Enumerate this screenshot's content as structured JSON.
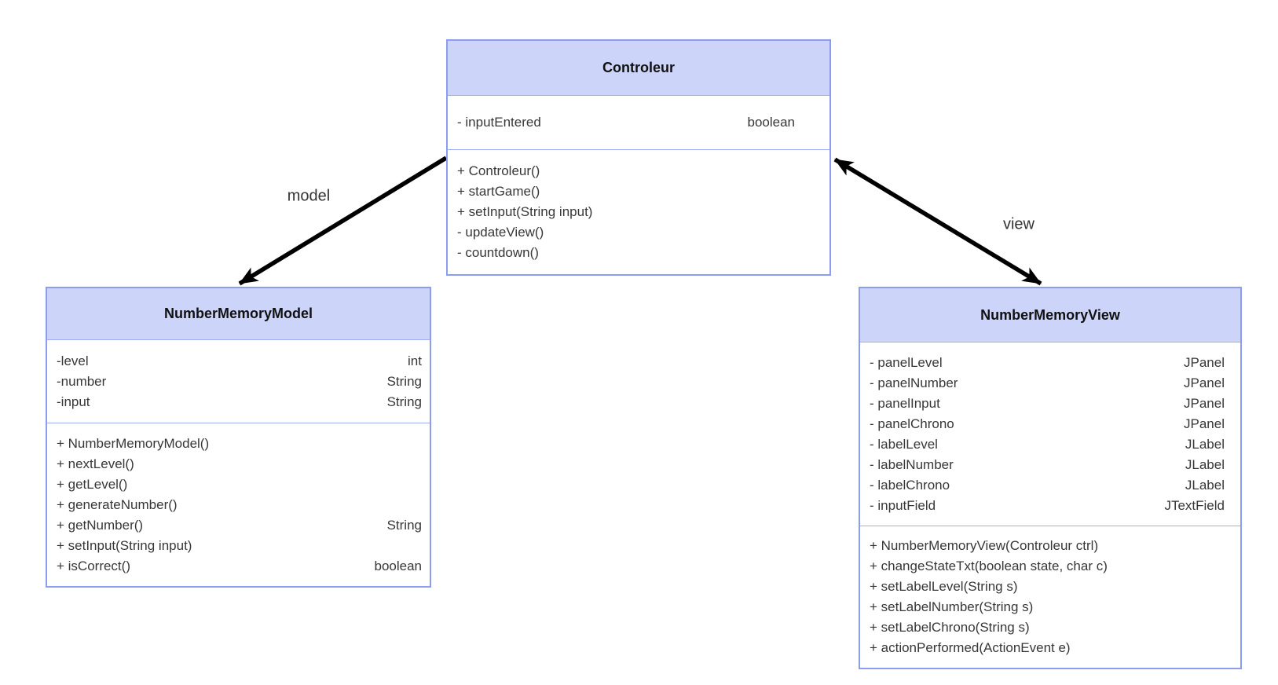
{
  "diagram": {
    "type": "uml-class-diagram",
    "background": "#ffffff",
    "colors": {
      "class_header_fill": "#ccd5f9",
      "class_border": "#8c9cf0",
      "member_text": "#373737",
      "title_text": "#111111",
      "arrow": "#000000"
    },
    "classes": [
      {
        "id": "controleur",
        "name": "Controleur",
        "attributes": [
          {
            "name": "- inputEntered",
            "type": "boolean"
          }
        ],
        "methods": [
          {
            "name": "+ Controleur()",
            "type": ""
          },
          {
            "name": "+ startGame()",
            "type": ""
          },
          {
            "name": "+ setInput(String input)",
            "type": ""
          },
          {
            "name": "- updateView()",
            "type": ""
          },
          {
            "name": "- countdown()",
            "type": ""
          }
        ]
      },
      {
        "id": "number-memory-model",
        "name": "NumberMemoryModel",
        "attributes": [
          {
            "name": "-level",
            "type": "int"
          },
          {
            "name": "-number",
            "type": "String"
          },
          {
            "name": "-input",
            "type": "String"
          }
        ],
        "methods": [
          {
            "name": "+ NumberMemoryModel()",
            "type": ""
          },
          {
            "name": "+ nextLevel()",
            "type": ""
          },
          {
            "name": "+ getLevel()",
            "type": ""
          },
          {
            "name": "+ generateNumber()",
            "type": ""
          },
          {
            "name": "+ getNumber()",
            "type": "String"
          },
          {
            "name": "+ setInput(String input)",
            "type": ""
          },
          {
            "name": "+ isCorrect()",
            "type": "boolean"
          }
        ]
      },
      {
        "id": "number-memory-view",
        "name": "NumberMemoryView",
        "attributes": [
          {
            "name": "- panelLevel",
            "type": "JPanel"
          },
          {
            "name": "- panelNumber",
            "type": "JPanel"
          },
          {
            "name": "- panelInput",
            "type": "JPanel"
          },
          {
            "name": "- panelChrono",
            "type": "JPanel"
          },
          {
            "name": "- labelLevel",
            "type": "JLabel"
          },
          {
            "name": "- labelNumber",
            "type": "JLabel"
          },
          {
            "name": "- labelChrono",
            "type": "JLabel"
          },
          {
            "name": "- inputField",
            "type": "JTextField"
          }
        ],
        "methods": [
          {
            "name": "+ NumberMemoryView(Controleur ctrl)",
            "type": ""
          },
          {
            "name": "+ changeStateTxt(boolean state, char c)",
            "type": ""
          },
          {
            "name": "+ setLabelLevel(String s)",
            "type": ""
          },
          {
            "name": "+ setLabelNumber(String s)",
            "type": ""
          },
          {
            "name": "+ setLabelChrono(String s)",
            "type": ""
          },
          {
            "name": "+ actionPerformed(ActionEvent e)",
            "type": ""
          }
        ]
      }
    ],
    "relations": [
      {
        "label": "model",
        "from": "Controleur",
        "to": "NumberMemoryModel",
        "arrowheads": "single"
      },
      {
        "label": "view",
        "from": "Controleur",
        "to": "NumberMemoryView",
        "arrowheads": "double"
      }
    ]
  }
}
